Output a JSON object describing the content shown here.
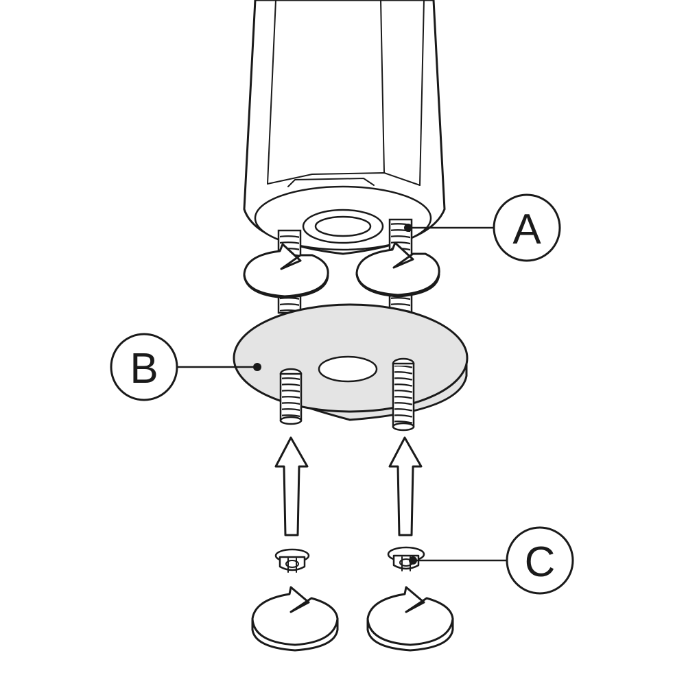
{
  "callouts": {
    "a": {
      "letter": "A",
      "part": "threaded-stud"
    },
    "b": {
      "letter": "B",
      "part": "mounting-plate"
    },
    "c": {
      "letter": "C",
      "part": "flange-nut"
    }
  },
  "icons": {
    "rotate": "rotate-clockwise-icon",
    "insert": "up-arrow-icon"
  },
  "colors": {
    "ink": "#1a1a1a",
    "fill": "#ffffff",
    "plate": "#e4e4e4"
  }
}
